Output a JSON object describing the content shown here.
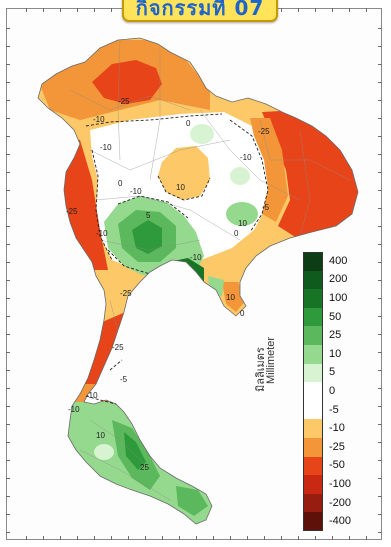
{
  "title_badge": {
    "text": "กิจกรรมที่ 07"
  },
  "legend": {
    "unit_en": "Millimeter",
    "unit_th": "มิลลิเมตร",
    "bins": [
      {
        "label": "400",
        "color": "#0c3d14"
      },
      {
        "label": "200",
        "color": "#0f5a1d"
      },
      {
        "label": "100",
        "color": "#177427"
      },
      {
        "label": "50",
        "color": "#2e9a3c"
      },
      {
        "label": "25",
        "color": "#5cb85c"
      },
      {
        "label": "10",
        "color": "#95d98e"
      },
      {
        "label": "5",
        "color": "#d8f3d2"
      },
      {
        "label": "0",
        "color": "#ffffff"
      },
      {
        "label": "-5",
        "color": "#ffffff"
      },
      {
        "label": "-10",
        "color": "#fcc868"
      },
      {
        "label": "-25",
        "color": "#f39639"
      },
      {
        "label": "-50",
        "color": "#e84419"
      },
      {
        "label": "-100",
        "color": "#c92813"
      },
      {
        "label": "-200",
        "color": "#971d11"
      },
      {
        "label": "-400",
        "color": "#5e1108"
      }
    ]
  },
  "contour_labels": {
    "l1": "-10",
    "l2": "-25",
    "l3": "0",
    "l4": "-10",
    "l5": "10",
    "l6": "-25",
    "l7": "-10",
    "l8": "5",
    "l9": "0",
    "l10": "-10",
    "l11": "-25",
    "l12": "10",
    "l13": "-5",
    "l14": "0",
    "l15": "-10",
    "l16": "-25",
    "l17": "-25",
    "l18": "10",
    "l19": "0",
    "l20": "-10",
    "l21": "-5",
    "l22": "-10",
    "l23": "25",
    "l24": "10",
    "l25": "-10"
  }
}
